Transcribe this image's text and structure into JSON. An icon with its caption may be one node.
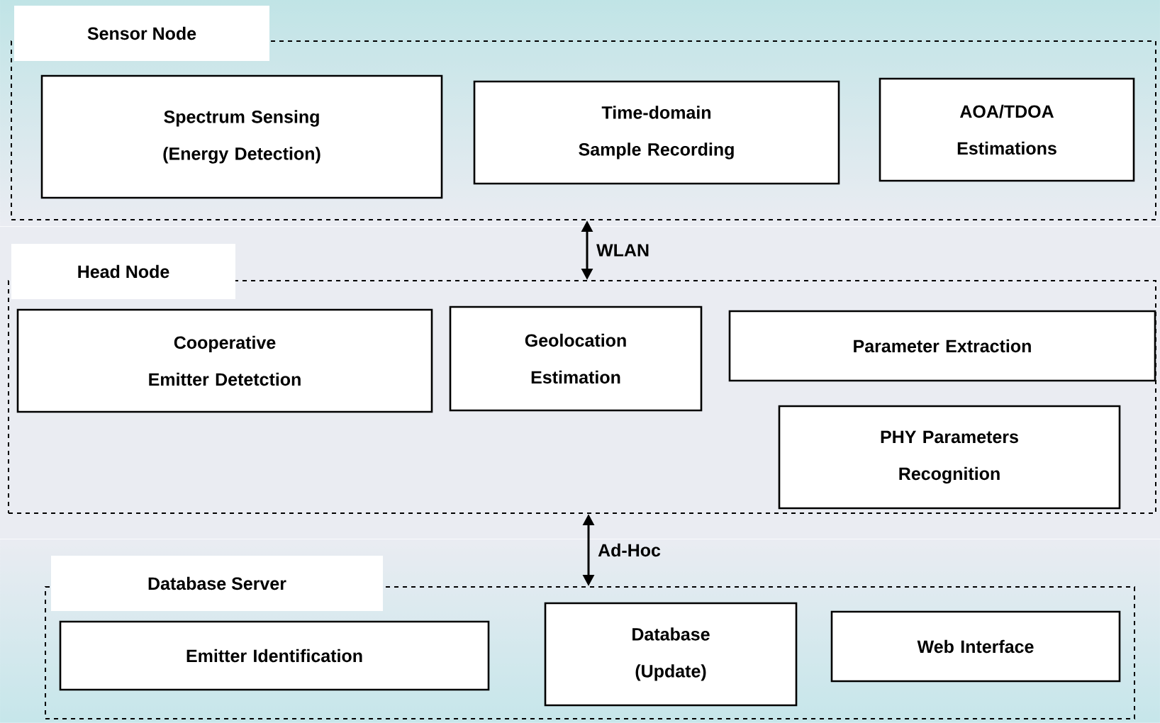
{
  "diagram": {
    "nodes": [
      {
        "text": [
          "Sensor Node"
        ]
      },
      {
        "text": [
          "Spectrum Sensing (Energy Detection)"
        ],
        "in": 0
      },
      {
        "text": [
          "Time-domain Sample Recording"
        ],
        "in": 0
      },
      {
        "text": [
          "AOA/TDOA Estimations"
        ],
        "in": 0
      },
      {
        "text": [
          "Head Node"
        ]
      },
      {
        "text": [
          "Cooperative Emitter Detetction"
        ],
        "in": 4
      },
      {
        "text": [
          "Geolocation Estimation"
        ],
        "in": 4
      },
      {
        "text": [
          "Parameter Extraction"
        ],
        "in": 4
      },
      {
        "text": [
          "PHY Parameters Recognition"
        ],
        "in": 4
      },
      {
        "text": [
          "Database Server"
        ]
      },
      {
        "text": [
          "Emitter Identification"
        ],
        "in": 9
      },
      {
        "text": [
          "Database (Update)"
        ],
        "in": 9
      },
      {
        "text": [
          "Web Interface"
        ],
        "in": 9
      }
    ],
    "edges": [
      {
        "from": 0,
        "to": 4,
        "arrow": "both",
        "label": "WLAN"
      },
      {
        "from": 4,
        "to": 9,
        "arrow": "both",
        "label": "Ad-Hoc"
      }
    ]
  }
}
